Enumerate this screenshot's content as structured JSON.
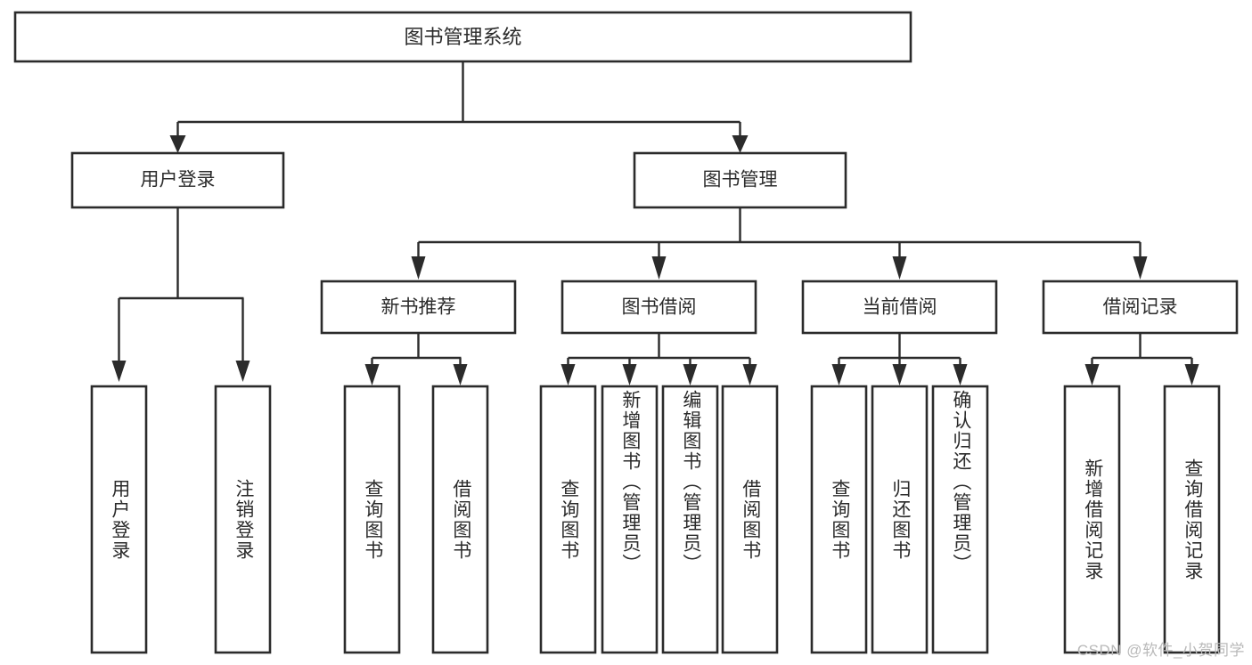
{
  "diagram": {
    "title": "图书管理系统",
    "type": "hierarchy-tree",
    "watermark": "CSDN @软件_小贺同学",
    "colors": {
      "box_fill": "#ffffff",
      "box_stroke": "#2b2b2b",
      "connector": "#2b2b2b",
      "text": "#2b2b2b",
      "background": "#ffffff",
      "watermark": "#b9b9b9"
    },
    "root": {
      "label": "图书管理系统"
    },
    "level2": [
      {
        "label": "用户登录"
      },
      {
        "label": "图书管理"
      }
    ],
    "level3": [
      {
        "label": "新书推荐"
      },
      {
        "label": "图书借阅"
      },
      {
        "label": "当前借阅"
      },
      {
        "label": "借阅记录"
      }
    ],
    "leaves": {
      "user_login": [
        {
          "label": "用户登录"
        },
        {
          "label": "注销登录"
        }
      ],
      "new_book_recommend": [
        {
          "label": "查询图书"
        },
        {
          "label": "借阅图书"
        }
      ],
      "book_borrow": [
        {
          "label": "查询图书"
        },
        {
          "label": "新增图书（管理员）"
        },
        {
          "label": "编辑图书（管理员）"
        },
        {
          "label": "借阅图书"
        }
      ],
      "current_borrow": [
        {
          "label": "查询图书"
        },
        {
          "label": "归还图书"
        },
        {
          "label": "确认归还（管理员）"
        }
      ],
      "borrow_record": [
        {
          "label": "新增借阅记录"
        },
        {
          "label": "查询借阅记录"
        }
      ]
    }
  }
}
